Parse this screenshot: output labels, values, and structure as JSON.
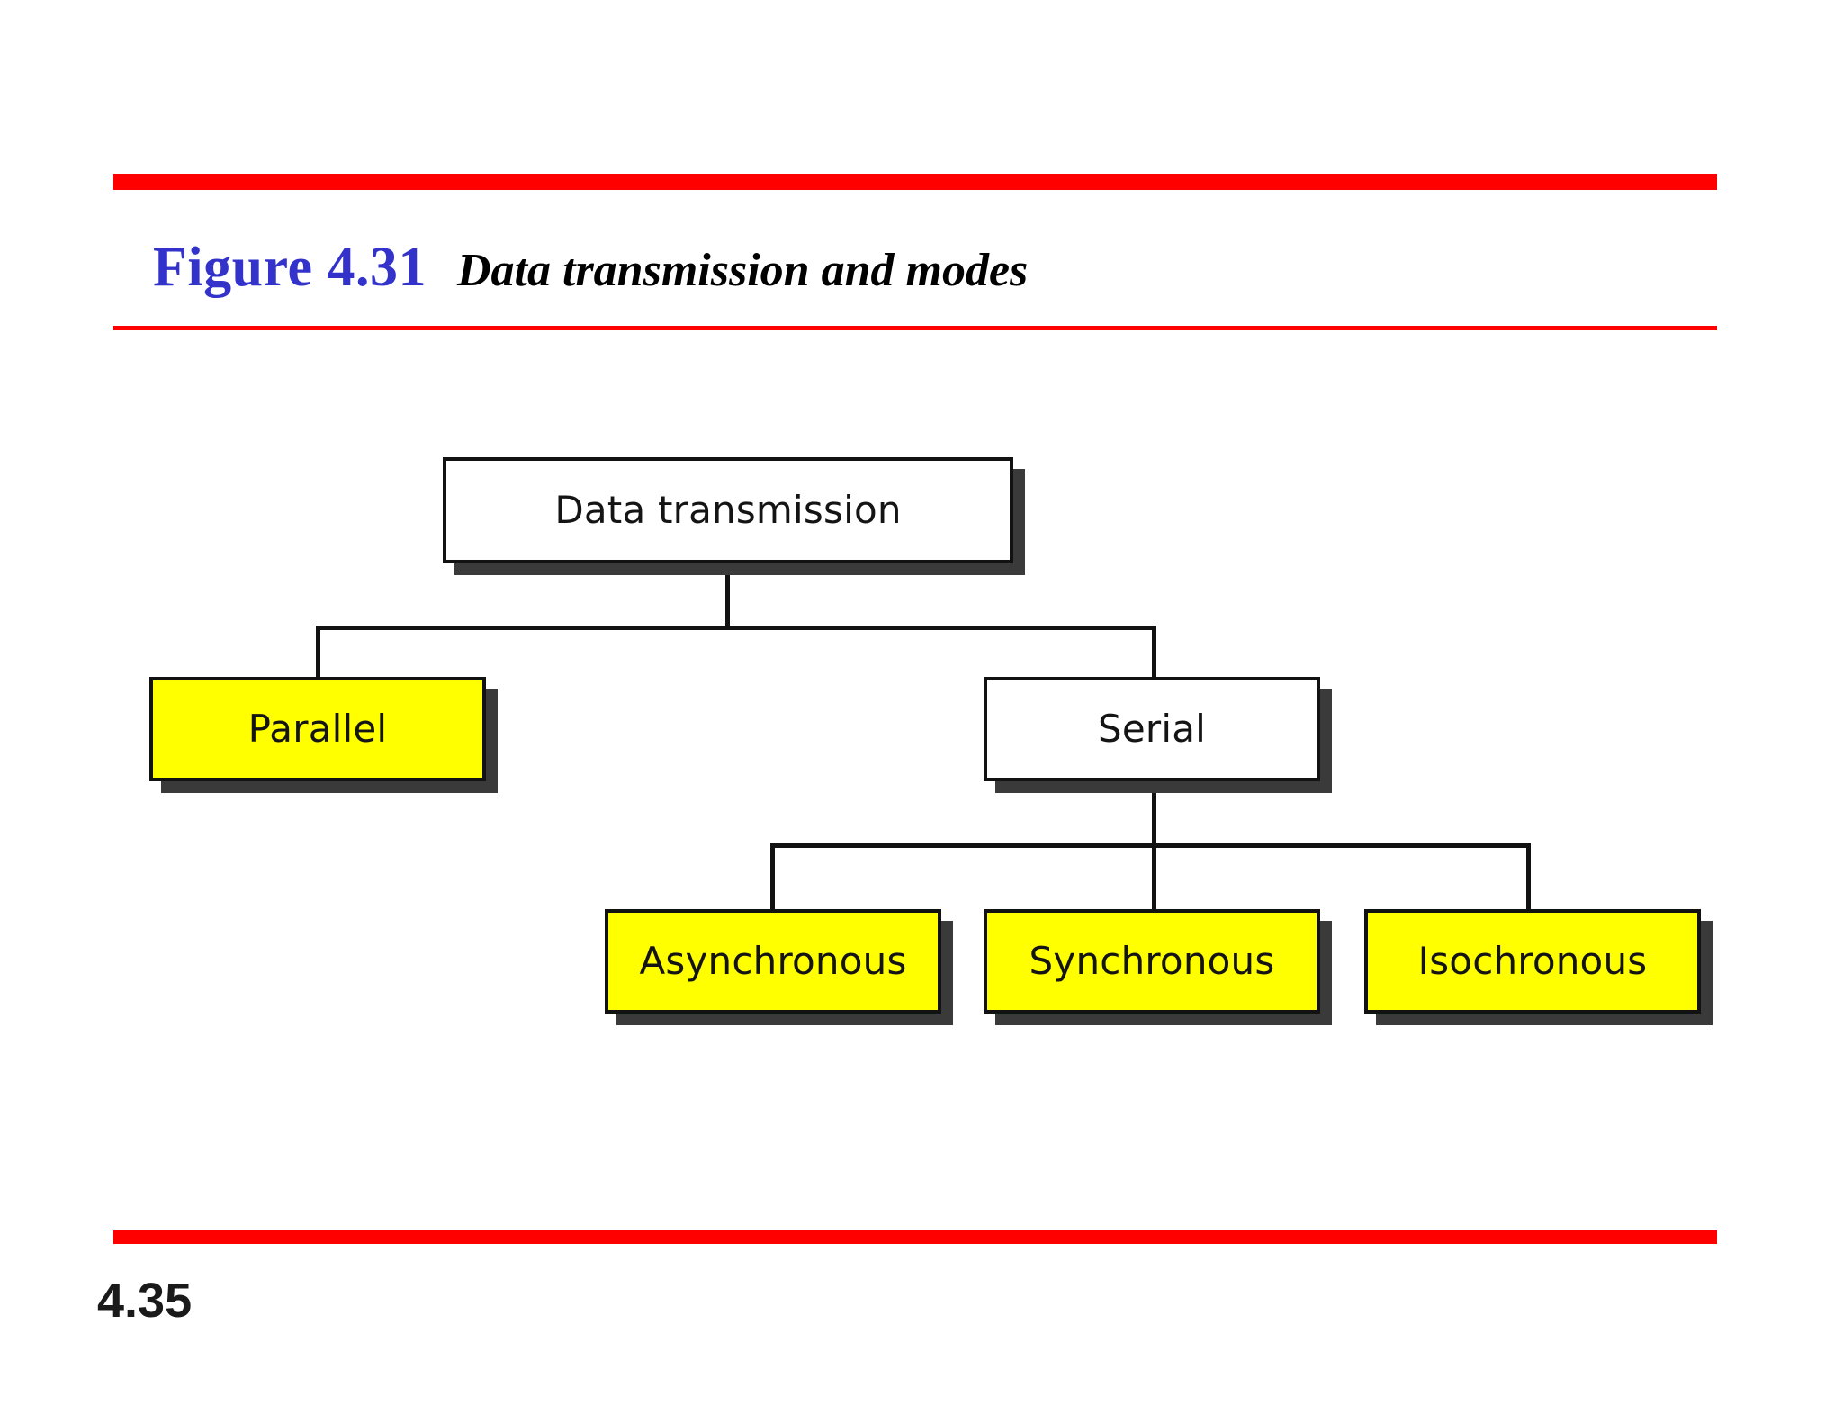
{
  "slide": {
    "figure_label": "Figure 4.31",
    "figure_caption": "Data transmission and modes",
    "page_number": "4.35",
    "rule_color": "#fe0000",
    "figure_label_color": "#3333cc",
    "caption_color": "#000000"
  },
  "diagram": {
    "type": "tree",
    "node_fill_white": "#ffffff",
    "node_fill_yellow": "#ffff00",
    "node_border_color": "#121212",
    "node_shadow_color": "#3a3a3a",
    "connector_color": "#121212",
    "nodes": [
      {
        "id": "data-transmission",
        "label": "Data transmission",
        "fill": "white",
        "level": 0,
        "parent": null
      },
      {
        "id": "parallel",
        "label": "Parallel",
        "fill": "yellow",
        "level": 1,
        "parent": "data-transmission"
      },
      {
        "id": "serial",
        "label": "Serial",
        "fill": "white",
        "level": 1,
        "parent": "data-transmission"
      },
      {
        "id": "asynchronous",
        "label": "Asynchronous",
        "fill": "yellow",
        "level": 2,
        "parent": "serial"
      },
      {
        "id": "synchronous",
        "label": "Synchronous",
        "fill": "yellow",
        "level": 2,
        "parent": "serial"
      },
      {
        "id": "isochronous",
        "label": "Isochronous",
        "fill": "yellow",
        "level": 2,
        "parent": "serial"
      }
    ]
  }
}
